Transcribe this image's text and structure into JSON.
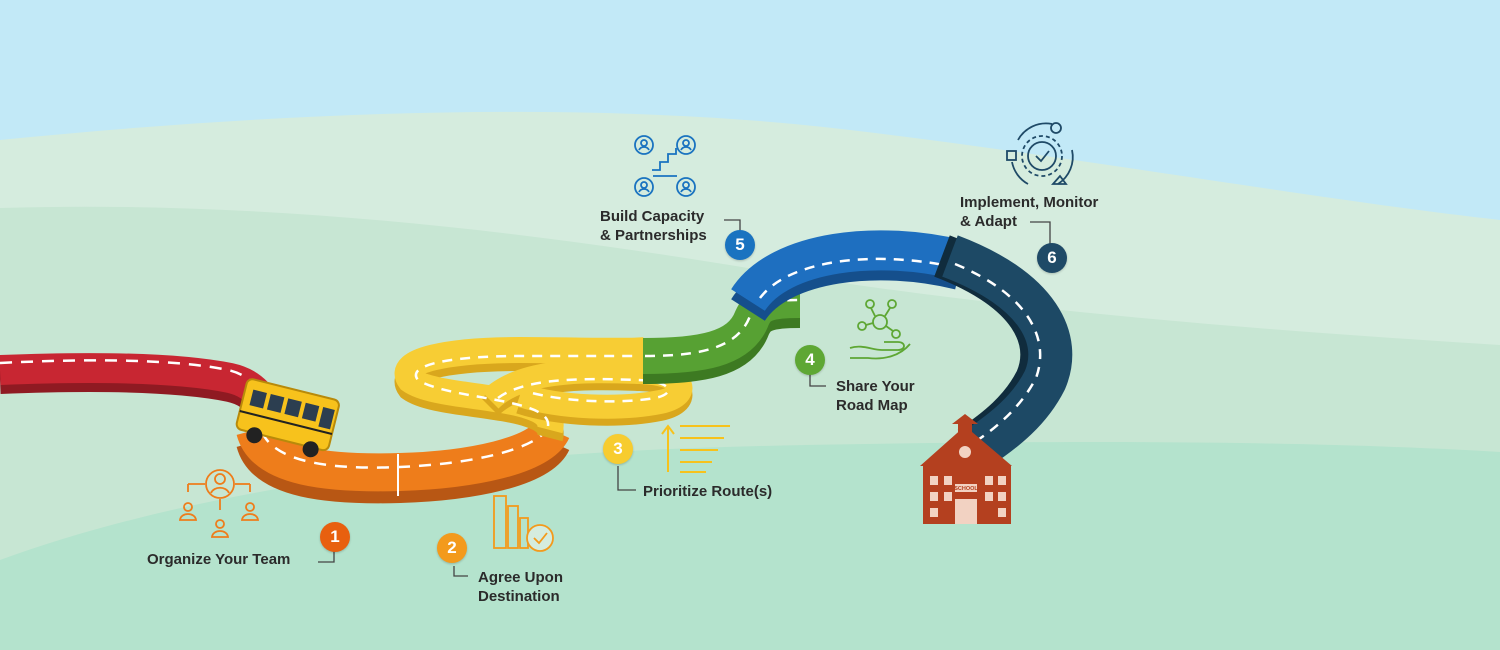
{
  "steps": [
    {
      "number": "1",
      "lines": [
        "Organize Your Team"
      ],
      "color": "#e8600f",
      "icon": "team-icon"
    },
    {
      "number": "2",
      "lines": [
        "Agree Upon",
        "Destination"
      ],
      "color": "#f39a1c",
      "icon": "destination-checklist-icon"
    },
    {
      "number": "3",
      "lines": [
        "Prioritize Route(s)"
      ],
      "color": "#f7cc2f",
      "icon": "priority-list-icon"
    },
    {
      "number": "4",
      "lines": [
        "Share Your",
        "Road Map"
      ],
      "color": "#5ea734",
      "icon": "share-hand-network-icon"
    },
    {
      "number": "5",
      "lines": [
        "Build Capacity",
        "& Partnerships"
      ],
      "color": "#1a73c0",
      "icon": "capacity-network-icon"
    },
    {
      "number": "6",
      "lines": [
        "Implement, Monitor",
        "& Adapt"
      ],
      "color": "#1f4a67",
      "icon": "cycle-gear-check-icon"
    }
  ],
  "school_sign": "SCHOOL",
  "colors": {
    "sky": "#c2e9f7",
    "hill_back": "#d5ecde",
    "hill_mid": "#c6e6d2",
    "hill_front": "#b3e3ce",
    "road_red": "#c82632",
    "road_orange": "#ee7d1b",
    "road_yellow": "#f7cd34",
    "road_green": "#57a133",
    "road_blue": "#1e6fc0",
    "road_navy": "#1d4965",
    "school": "#b4401f"
  }
}
